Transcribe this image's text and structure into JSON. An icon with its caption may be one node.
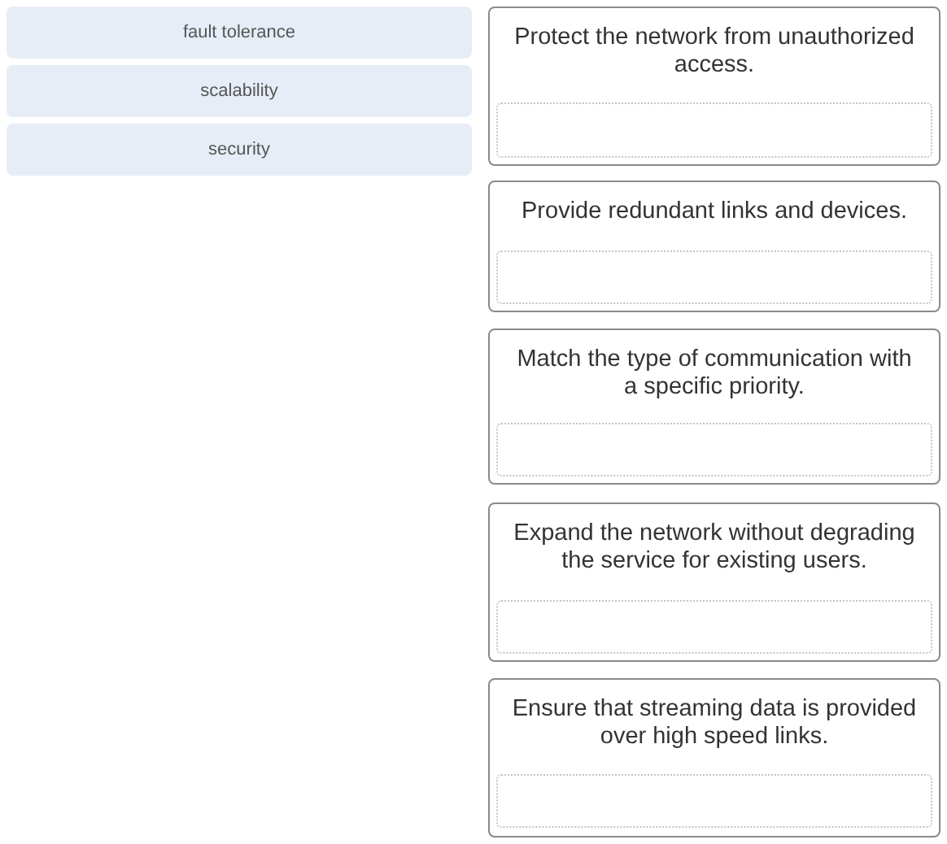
{
  "diagram": {
    "nodes": [
      {
        "text": [
          "fault tolerance"
        ]
      },
      {
        "text": [
          "scalability"
        ]
      },
      {
        "text": [
          "security"
        ]
      },
      {
        "text": [
          "Protect the network from unauthorized access."
        ]
      },
      {
        "text": [],
        "shape": "box",
        "in": 3
      },
      {
        "text": [
          "Provide redundant links and devices."
        ]
      },
      {
        "text": [],
        "shape": "box",
        "in": 5
      },
      {
        "text": [
          "Match the type of communication with a specific priority."
        ]
      },
      {
        "text": [],
        "shape": "box",
        "in": 7
      },
      {
        "text": [
          "Expand the network without degrading the service for existing users."
        ]
      },
      {
        "text": [],
        "shape": "box",
        "in": 9
      },
      {
        "text": [
          "Ensure that streaming data is provided over high speed links."
        ]
      },
      {
        "text": [],
        "shape": "box",
        "in": 11
      }
    ],
    "edges": []
  }
}
